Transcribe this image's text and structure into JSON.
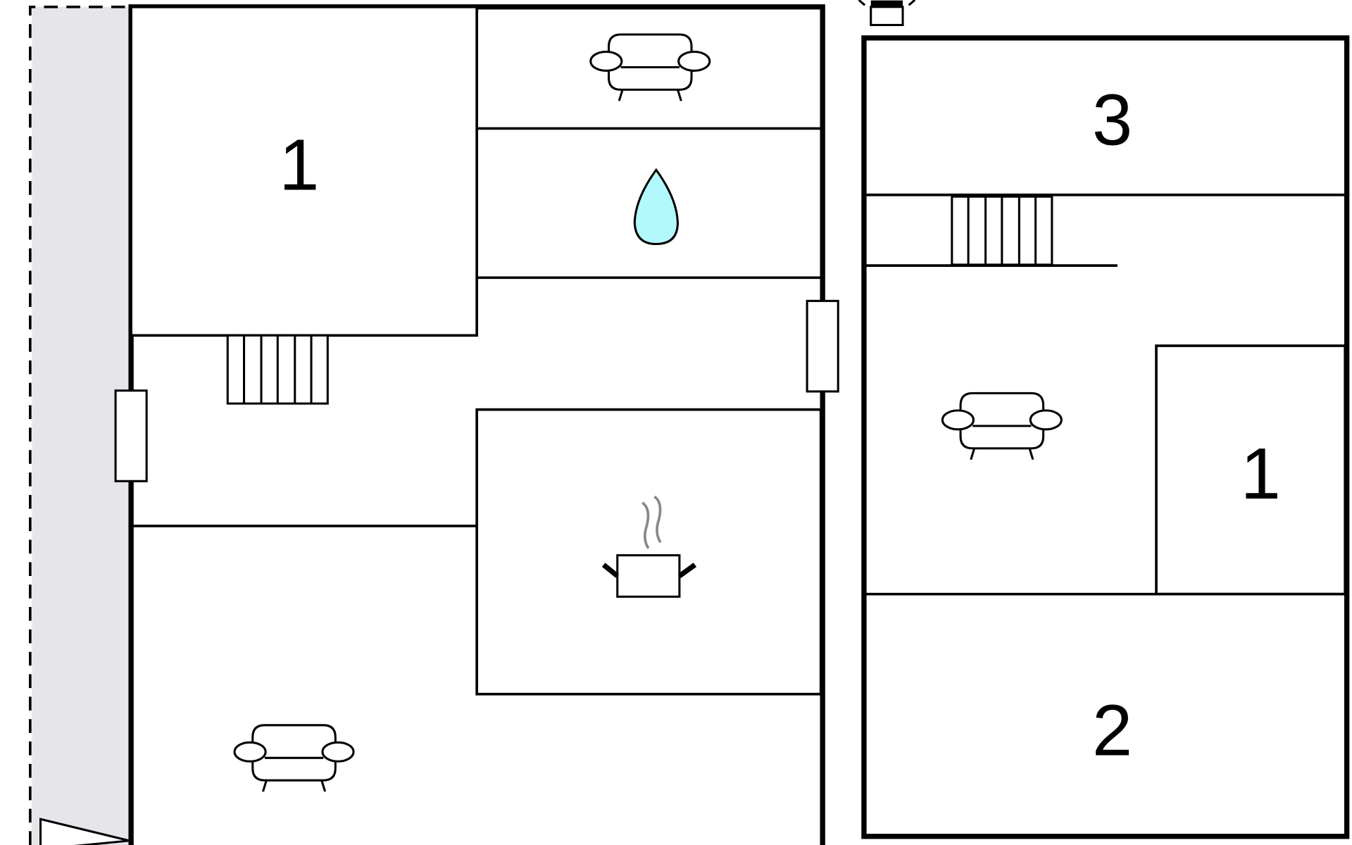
{
  "title": "Floor plan",
  "colors": {
    "wall": "#000000",
    "terrace": "#e6e6ea",
    "water": "#b3f8fc",
    "steam": "#888888"
  },
  "left_floor": {
    "rooms": [
      {
        "label": "1",
        "type": "bedroom"
      },
      {
        "type": "living",
        "icon": "sofa-icon"
      },
      {
        "type": "bathroom",
        "icon": "water-drop-icon"
      },
      {
        "type": "kitchen",
        "icon": "cooking-pot-icon"
      },
      {
        "type": "living",
        "icon": "sofa-icon"
      }
    ]
  },
  "right_floor": {
    "rooms": [
      {
        "label": "3",
        "type": "bedroom"
      },
      {
        "type": "living",
        "icon": "sofa-icon"
      },
      {
        "label": "1",
        "type": "bedroom"
      },
      {
        "label": "2",
        "type": "bedroom"
      }
    ]
  }
}
